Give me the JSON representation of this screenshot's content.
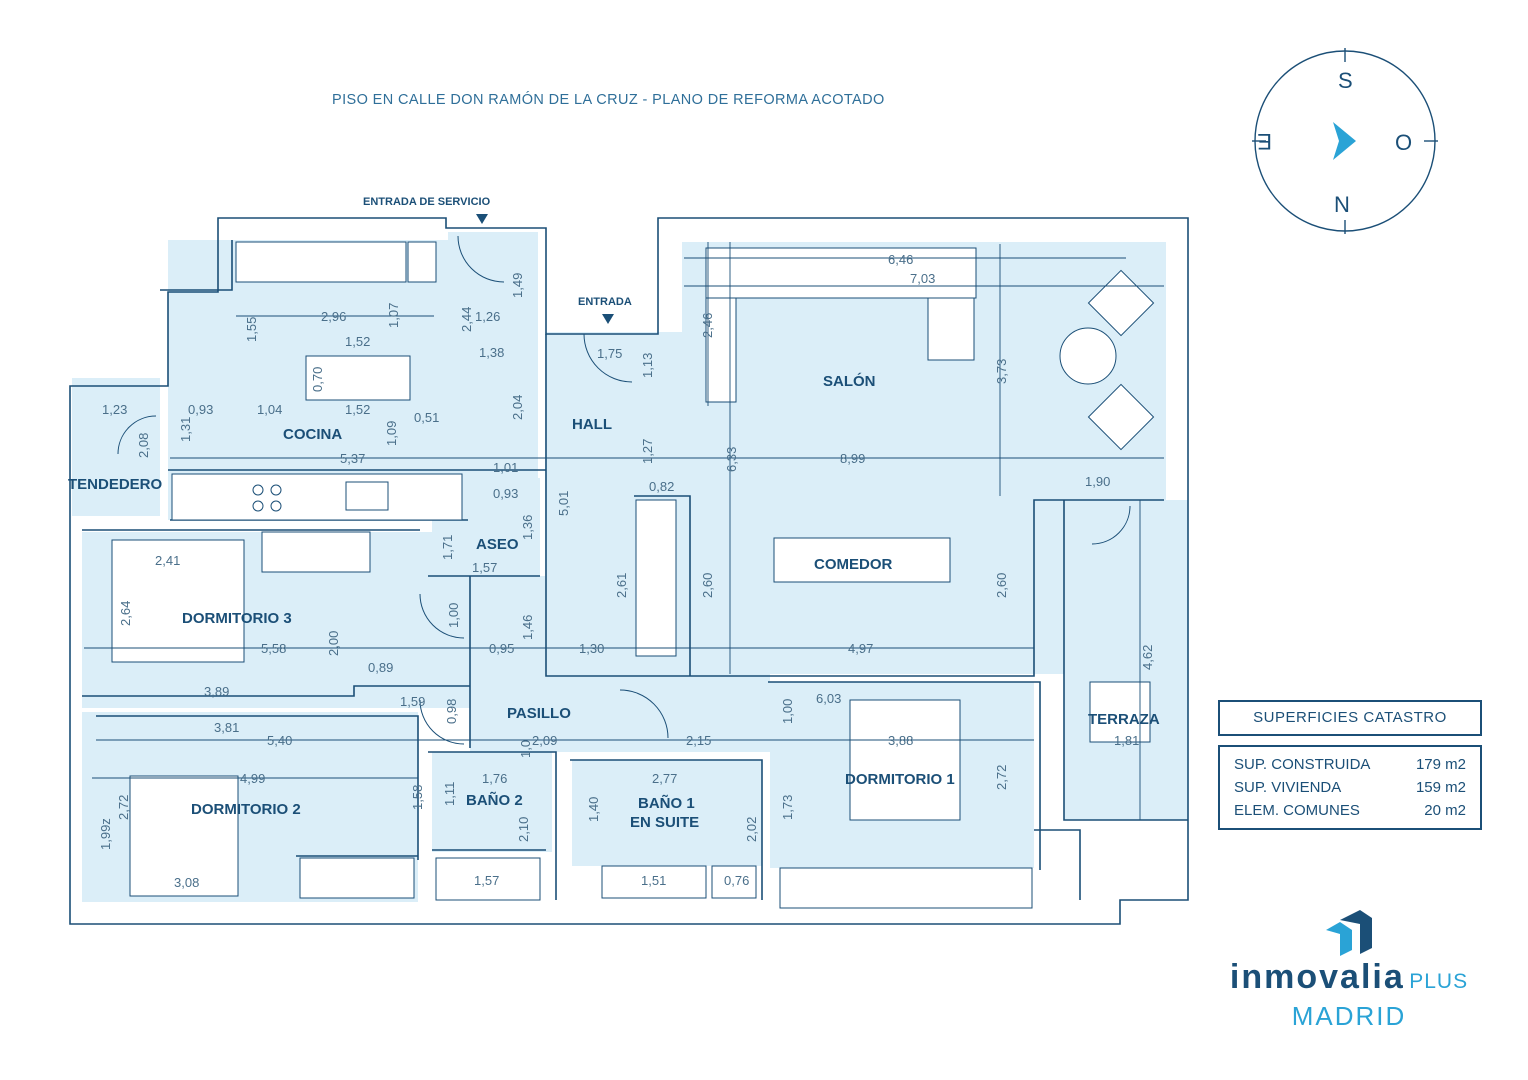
{
  "title": "PISO EN CALLE DON RAMÓN DE LA CRUZ  - PLANO DE REFORMA ACOTADO",
  "entrances": {
    "service": "ENTRADA DE SERVICIO",
    "main": "ENTRADA"
  },
  "compass": {
    "top": "S",
    "left": "E",
    "right": "O",
    "bottom": "N"
  },
  "rooms": {
    "tendedero": "TENDEDERO",
    "cocina": "COCINA",
    "hall": "HALL",
    "salon": "SALÓN",
    "aseo": "ASEO",
    "comedor": "COMEDOR",
    "dormitorio3": "DORMITORIO 3",
    "pasillo": "PASILLO",
    "terraza": "TERRAZA",
    "dormitorio1": "DORMITORIO 1",
    "dormitorio2": "DORMITORIO 2",
    "bano2": "BAÑO 2",
    "bano1_line1": "BAÑO 1",
    "bano1_line2": "EN SUITE"
  },
  "dimensions": {
    "d_6_46": "6,46",
    "d_7_03": "7,03",
    "d_2_46": "2,46",
    "d_3_73": "3,73",
    "d_2_96": "2,96",
    "d_1_55": "1,55",
    "d_1_07": "1,07",
    "d_1_52a": "1,52",
    "d_0_70": "0,70",
    "d_1_52b": "1,52",
    "d_2_44": "2,44",
    "d_1_26": "1,26",
    "d_1_49": "1,49",
    "d_1_38": "1,38",
    "d_1_75": "1,75",
    "d_1_13": "1,13",
    "d_1_23": "1,23",
    "d_0_93a": "0,93",
    "d_1_04": "1,04",
    "d_0_51": "0,51",
    "d_2_04": "2,04",
    "d_2_08": "2,08",
    "d_1_31": "1,31",
    "d_1_09": "1,09",
    "d_5_37": "5,37",
    "d_1_01": "1,01",
    "d_1_27": "1,27",
    "d_6_33": "6,33",
    "d_8_99": "8,99",
    "d_0_93b": "0,93",
    "d_0_82": "0,82",
    "d_1_90": "1,90",
    "d_5_01": "5,01",
    "d_1_36": "1,36",
    "d_1_71": "1,71",
    "d_1_57a": "1,57",
    "d_2_41": "2,41",
    "d_2_64": "2,64",
    "d_2_61": "2,61",
    "d_2_60a": "2,60",
    "d_2_60b": "2,60",
    "d_1_00a": "1,00",
    "d_1_46": "1,46",
    "d_5_58": "5,58",
    "d_2_00": "2,00",
    "d_0_95": "0,95",
    "d_1_30": "1,30",
    "d_4_97": "4,97",
    "d_4_62": "4,62",
    "d_0_89": "0,89",
    "d_3_89": "3,89",
    "d_1_59": "1,59",
    "d_0_98": "0,98",
    "d_6_03": "6,03",
    "d_1_00b": "1,00",
    "d_3_81": "3,81",
    "d_5_40": "5,40",
    "d_2_09": "2,09",
    "d_1_0": "1,0",
    "d_2_15": "2,15",
    "d_3_88": "3,88",
    "d_1_81": "1,81",
    "d_4_99": "4,99",
    "d_1_76": "1,76",
    "d_2_77": "2,77",
    "d_2_72a": "2,72",
    "d_2_72b": "2,72",
    "d_1_58": "1,58",
    "d_1_11": "1,11",
    "d_1_40": "1,40",
    "d_2_02": "2,02",
    "d_1_73": "1,73",
    "d_1_99": "1,99z",
    "d_2_10": "2,10",
    "d_3_08": "3,08",
    "d_1_57b": "1,57",
    "d_1_51": "1,51",
    "d_0_76": "0,76"
  },
  "surfaces": {
    "heading": "SUPERFICIES CATASTRO",
    "rows": [
      {
        "label": "SUP. CONSTRUIDA",
        "value": "179 m2"
      },
      {
        "label": "SUP. VIVIENDA",
        "value": "159 m2"
      },
      {
        "label": "ELEM. COMUNES",
        "value": "20 m2"
      }
    ]
  },
  "brand": {
    "name": "inmovalia",
    "plus": "PLUS",
    "city": "MADRID"
  },
  "colors": {
    "accent": "#2aa3d6",
    "ink": "#1b4f77",
    "room_fill": "#dbeef8"
  }
}
